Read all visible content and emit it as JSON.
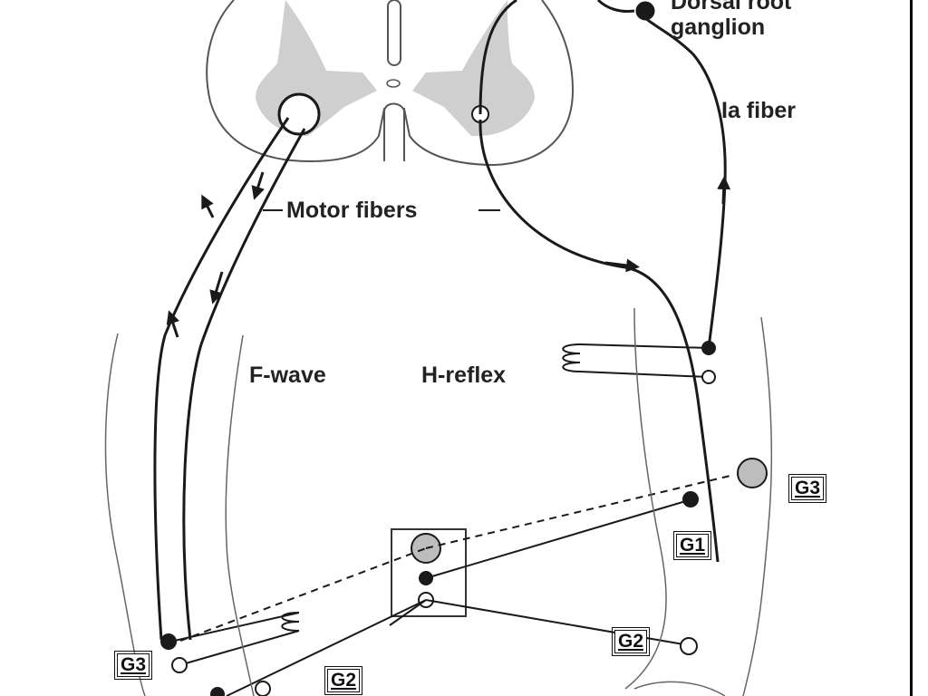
{
  "labels": {
    "dorsal_root_ganglion_line1": "Dorsal root",
    "dorsal_root_ganglion_line2": "ganglion",
    "ia_fiber": "Ia fiber",
    "motor_fibers": "Motor fibers",
    "f_wave": "F-wave",
    "h_reflex": "H-reflex"
  },
  "electrode_tags": {
    "g3_right": "G3",
    "g1": "G1",
    "g2_right": "G2",
    "g3_left": "G3",
    "g2_bottom": "G2"
  },
  "colors": {
    "line": "#1a1a1a",
    "gray_matter": "#cfcfcf",
    "electrode_gray": "#bdbdbd",
    "background": "#ffffff"
  }
}
